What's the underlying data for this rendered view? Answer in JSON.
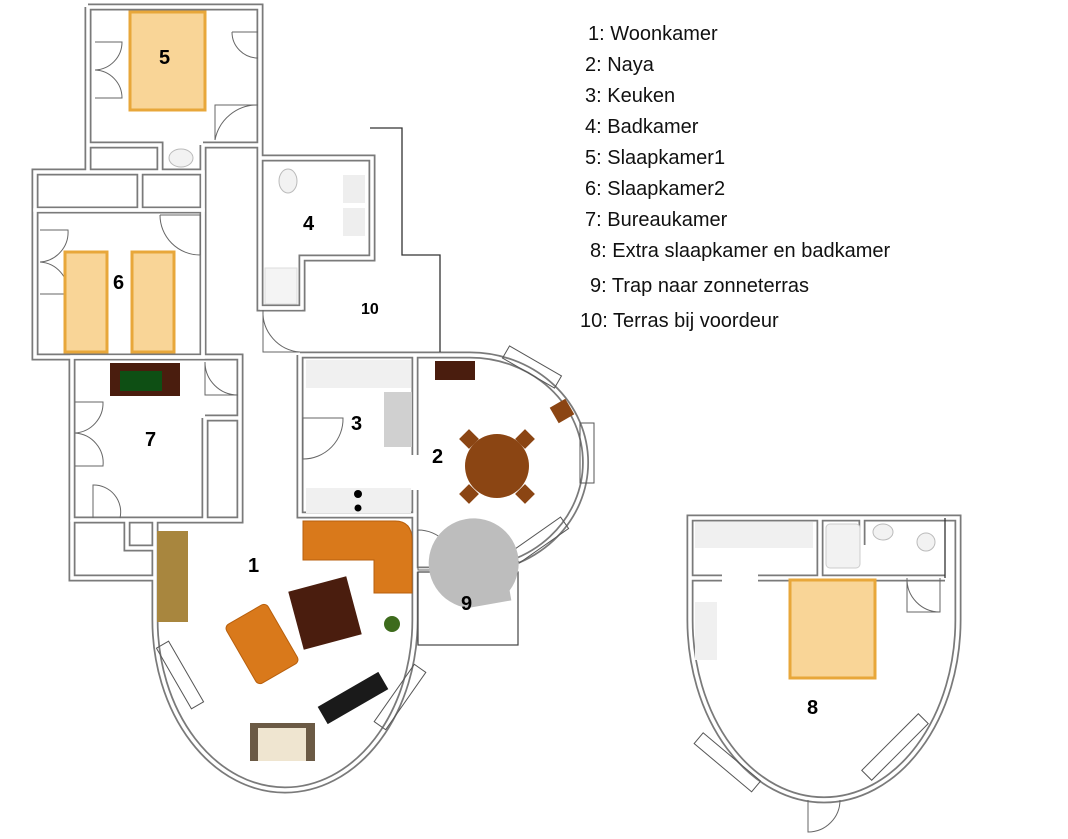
{
  "legend": [
    {
      "num": "1",
      "text": "1: Woonkamer"
    },
    {
      "num": "2",
      "text": "2: Naya"
    },
    {
      "num": "3",
      "text": "3: Keuken"
    },
    {
      "num": "4",
      "text": "4: Badkamer"
    },
    {
      "num": "5",
      "text": "5: Slaapkamer1"
    },
    {
      "num": "6",
      "text": "6: Slaapkamer2"
    },
    {
      "num": "7",
      "text": "7: Bureaukamer"
    },
    {
      "num": "8",
      "text": "8: Extra slaapkamer en badkamer"
    },
    {
      "num": "9",
      "text": "9: Trap naar zonneterras"
    },
    {
      "num": "10",
      "text": "10: Terras bij voordeur"
    }
  ],
  "rooms": {
    "r1": "1",
    "r2": "2",
    "r3": "3",
    "r4": "4",
    "r5": "5",
    "r6": "6",
    "r7": "7",
    "r8": "8",
    "r9": "9",
    "r10": "10"
  },
  "colors": {
    "wall": "#7a7a7a",
    "bed": "#f9d597",
    "sofa": "#d9791b",
    "wood_dark": "#4a1d0e",
    "table": "#8b4513",
    "cabinet": "#a8863e"
  }
}
